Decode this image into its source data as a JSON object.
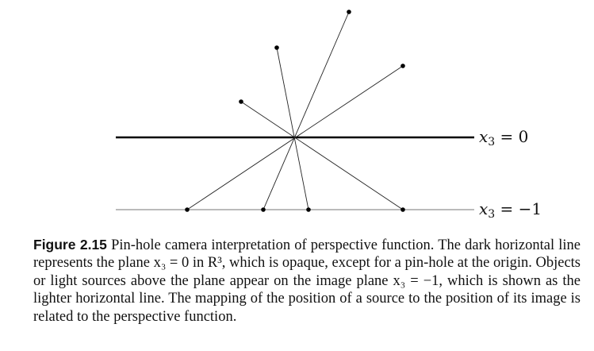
{
  "figure": {
    "labels": {
      "upper_plane": {
        "var": "x",
        "sub": "3",
        "rest": " = 0"
      },
      "image_plane": {
        "var": "x",
        "sub": "3",
        "rest": " = −1"
      }
    }
  },
  "caption": {
    "figure_label": "Figure 2.15",
    "text": "Pin-hole camera interpretation of perspective function. The dark horizontal line represents the plane x₃ = 0 in R³, which is opaque, except for a pin-hole at the origin. Objects or light sources above the plane appear on the image plane x₃ = −1, which is shown as the lighter horizontal line. The mapping of the position of a source to the position of its image is related to the perspective function."
  }
}
